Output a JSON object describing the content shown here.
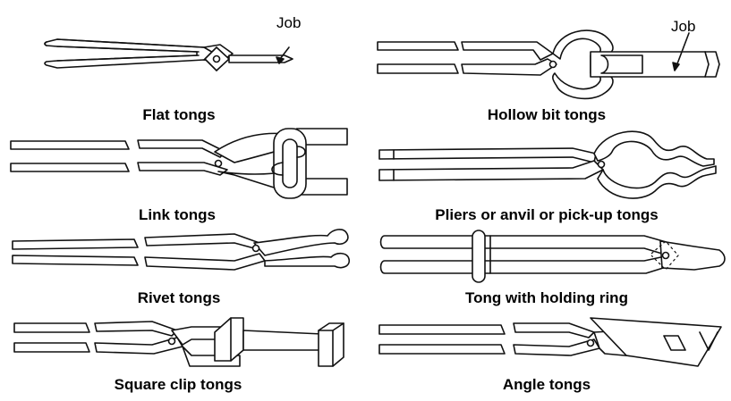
{
  "figure": {
    "job_label_left": "Job",
    "job_label_right": "Job",
    "tongs": [
      {
        "caption": "Flat tongs"
      },
      {
        "caption": "Hollow bit tongs"
      },
      {
        "caption": "Link tongs"
      },
      {
        "caption": "Pliers or anvil or pick-up tongs"
      },
      {
        "caption": "Rivet tongs"
      },
      {
        "caption": "Tong with holding ring"
      },
      {
        "caption": "Square clip tongs"
      },
      {
        "caption": "Angle tongs"
      }
    ]
  }
}
